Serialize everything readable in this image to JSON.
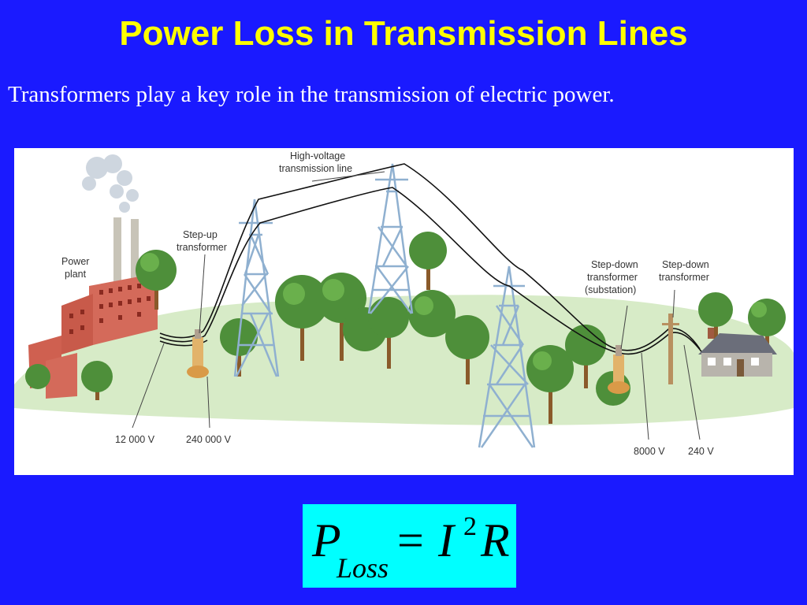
{
  "slide": {
    "title": "Power Loss in Transmission Lines",
    "subtitle": "Transformers play a key role in the transmission of electric power."
  },
  "diagram": {
    "labels": {
      "power_plant": [
        "Power",
        "plant"
      ],
      "step_up": [
        "Step-up",
        "transformer"
      ],
      "high_voltage": [
        "High-voltage",
        "transmission line"
      ],
      "step_down_substation": [
        "Step-down",
        "transformer",
        "(substation)"
      ],
      "step_down": [
        "Step-down",
        "transformer"
      ]
    },
    "voltages": {
      "plant": "12 000 V",
      "line": "240 000 V",
      "substation": "8000 V",
      "house": "240 V"
    }
  },
  "formula": {
    "P": "P",
    "sub": "Loss",
    "eq": "=",
    "I": "I",
    "exp": "2",
    "R": "R"
  },
  "colors": {
    "background": "#1a1aff",
    "title": "#ffff00",
    "formula_box": "#00ffff"
  }
}
